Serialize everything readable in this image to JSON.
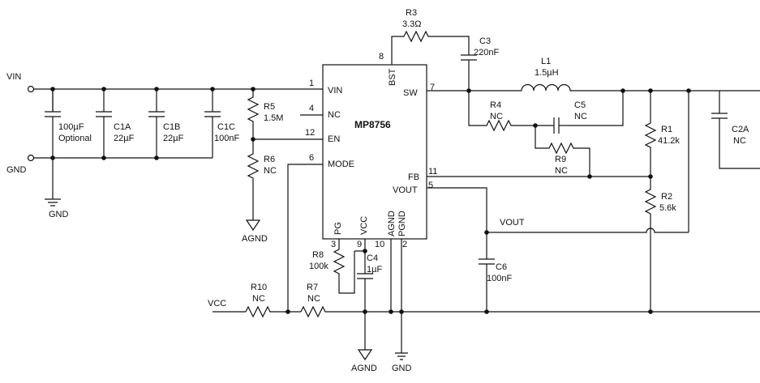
{
  "nets": {
    "vin": "VIN",
    "gnd": "GND",
    "gnd_symbol": "GND",
    "agnd": "AGND",
    "vcc": "VCC",
    "vout": "VOUT",
    "small_mark": "AGND"
  },
  "ic": {
    "name": "MP8756",
    "pins": {
      "vin": {
        "num": "1",
        "name": "VIN"
      },
      "nc": {
        "num": "4",
        "name": "NC"
      },
      "en": {
        "num": "12",
        "name": "EN"
      },
      "mode": {
        "num": "6",
        "name": "MODE"
      },
      "bst": {
        "num": "8",
        "name": "BST"
      },
      "sw": {
        "num": "7",
        "name": "SW"
      },
      "fb": {
        "num": "11",
        "name": "FB"
      },
      "vout": {
        "num": "5",
        "name": "VOUT"
      },
      "pg": {
        "num": "3",
        "name": "PG"
      },
      "vcc": {
        "num": "9",
        "name": "VCC"
      },
      "agnd": {
        "num": "10",
        "name": "AGND"
      },
      "pgnd": {
        "num": "2",
        "name": "PGND"
      }
    }
  },
  "components": {
    "c_in_opt": {
      "value": "100µF",
      "note": "Optional"
    },
    "c1a": {
      "ref": "C1A",
      "value": "22µF"
    },
    "c1b": {
      "ref": "C1B",
      "value": "22µF"
    },
    "c1c": {
      "ref": "C1C",
      "value": "100nF"
    },
    "r5": {
      "ref": "R5",
      "value": "1.5M"
    },
    "r6": {
      "ref": "R6",
      "value": "NC"
    },
    "r3": {
      "ref": "R3",
      "value": "3.3Ω"
    },
    "c3": {
      "ref": "C3",
      "value": "220nF"
    },
    "l1": {
      "ref": "L1",
      "value": "1.5µH"
    },
    "r4": {
      "ref": "R4",
      "value": "NC"
    },
    "c5": {
      "ref": "C5",
      "value": "NC"
    },
    "r9": {
      "ref": "R9",
      "value": "NC"
    },
    "r1": {
      "ref": "R1",
      "value": "41.2k"
    },
    "r2": {
      "ref": "R2",
      "value": "5.6k"
    },
    "c2a": {
      "ref": "C2A",
      "value": "NC"
    },
    "c6": {
      "ref": "C6",
      "value": "100nF"
    },
    "r8": {
      "ref": "R8",
      "value": "100k"
    },
    "c4": {
      "ref": "C4",
      "value": "1µF"
    },
    "r10": {
      "ref": "R10",
      "value": "NC"
    },
    "r7": {
      "ref": "R7",
      "value": "NC"
    }
  }
}
